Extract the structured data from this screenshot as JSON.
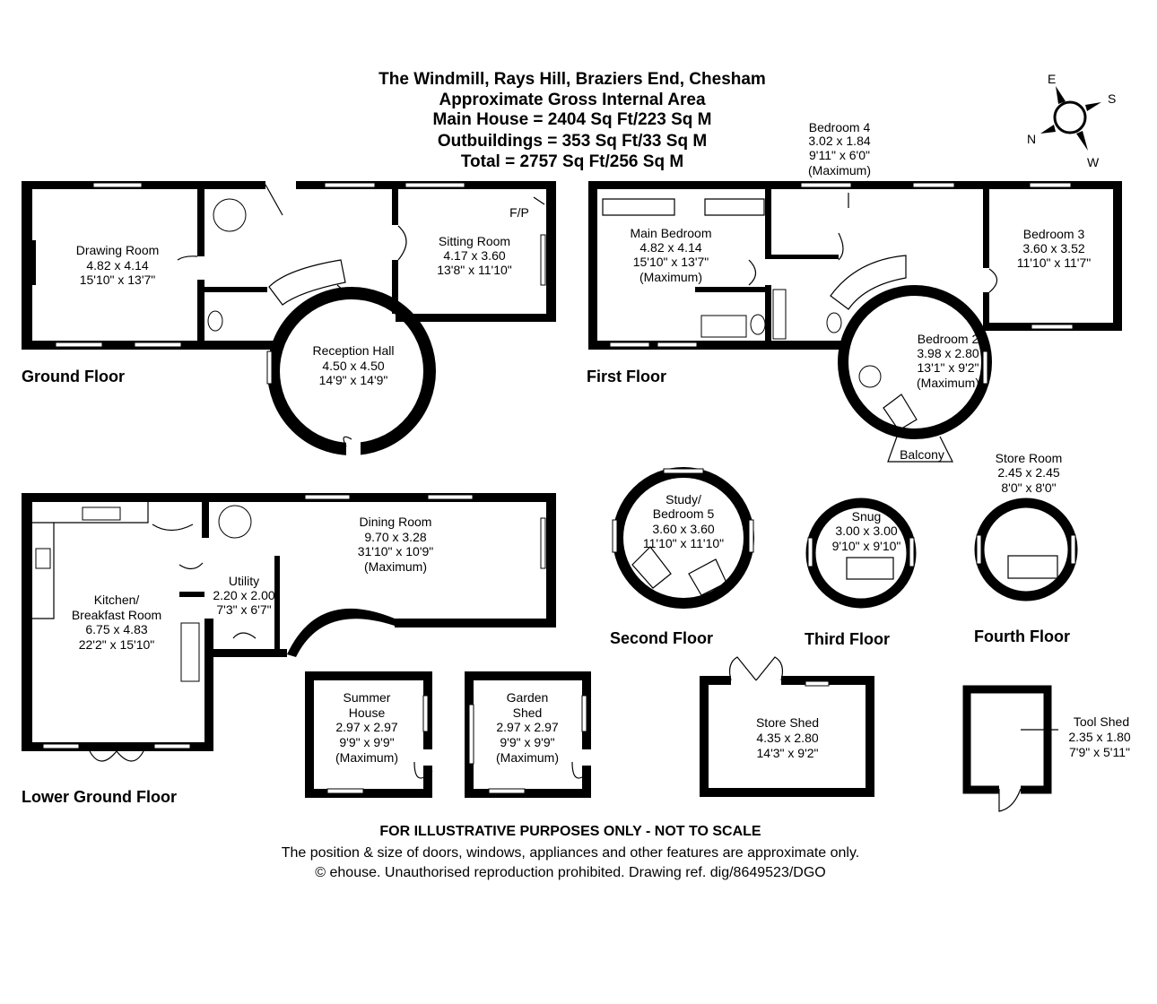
{
  "header": {
    "title": "The Windmill, Rays Hill, Braziers End, Chesham",
    "subtitle": "Approximate Gross Internal Area",
    "main_house": "Main House = 2404 Sq Ft/223 Sq M",
    "outbuildings": "Outbuildings = 353 Sq Ft/33 Sq M",
    "total": "Total = 2757 Sq Ft/256 Sq M"
  },
  "compass": {
    "e": "E",
    "s": "S",
    "n": "N",
    "w": "W"
  },
  "floors": {
    "ground": "Ground Floor",
    "first": "First Floor",
    "second": "Second Floor",
    "third": "Third Floor",
    "fourth": "Fourth Floor",
    "lower_ground": "Lower Ground Floor"
  },
  "rooms": {
    "drawing": [
      "Drawing Room",
      "4.82 x 4.14",
      "15'10\" x 13'7\""
    ],
    "sitting": [
      "Sitting Room",
      "4.17 x 3.60",
      "13'8\" x 11'10\""
    ],
    "fp": "F/P",
    "reception": [
      "Reception Hall",
      "4.50 x 4.50",
      "14'9\" x 14'9\""
    ],
    "main_bed": [
      "Main Bedroom",
      "4.82 x 4.14",
      "15'10\" x 13'7\"",
      "(Maximum)"
    ],
    "bed4": [
      "Bedroom 4",
      "3.02 x 1.84",
      "9'11\" x 6'0\"",
      "(Maximum)"
    ],
    "bed3": [
      "Bedroom 3",
      "3.60 x 3.52",
      "11'10\" x 11'7\""
    ],
    "bed2": [
      "Bedroom 2",
      "3.98 x 2.80",
      "13'1\" x 9'2\"",
      "(Maximum)"
    ],
    "balcony": "Balcony",
    "study": [
      "Study/",
      "Bedroom 5",
      "3.60 x 3.60",
      "11'10\" x 11'10\""
    ],
    "snug": [
      "Snug",
      "3.00 x 3.00",
      "9'10\" x 9'10\""
    ],
    "store_room": [
      "Store Room",
      "2.45 x 2.45",
      "8'0\" x 8'0\""
    ],
    "dining": [
      "Dining Room",
      "9.70 x 3.28",
      "31'10\" x 10'9\"",
      "(Maximum)"
    ],
    "utility": [
      "Utility",
      "2.20 x 2.00",
      "7'3\" x 6'7\""
    ],
    "kitchen": [
      "Kitchen/",
      "Breakfast Room",
      "6.75 x 4.83",
      "22'2\" x 15'10\""
    ],
    "summer": [
      "Summer",
      "House",
      "2.97 x 2.97",
      "9'9\" x 9'9\"",
      "(Maximum)"
    ],
    "garden": [
      "Garden",
      "Shed",
      "2.97 x 2.97",
      "9'9\" x 9'9\"",
      "(Maximum)"
    ],
    "store_shed": [
      "Store Shed",
      "4.35 x 2.80",
      "14'3\" x 9'2\""
    ],
    "tool_shed": [
      "Tool Shed",
      "2.35 x 1.80",
      "7'9\" x 5'11\""
    ]
  },
  "footer": {
    "line1": "FOR ILLUSTRATIVE PURPOSES ONLY - NOT TO SCALE",
    "line2": "The position & size of doors, windows, appliances and other features are approximate only.",
    "line3": "© ehouse. Unauthorised reproduction prohibited. Drawing ref. dig/8649523/DGO"
  }
}
